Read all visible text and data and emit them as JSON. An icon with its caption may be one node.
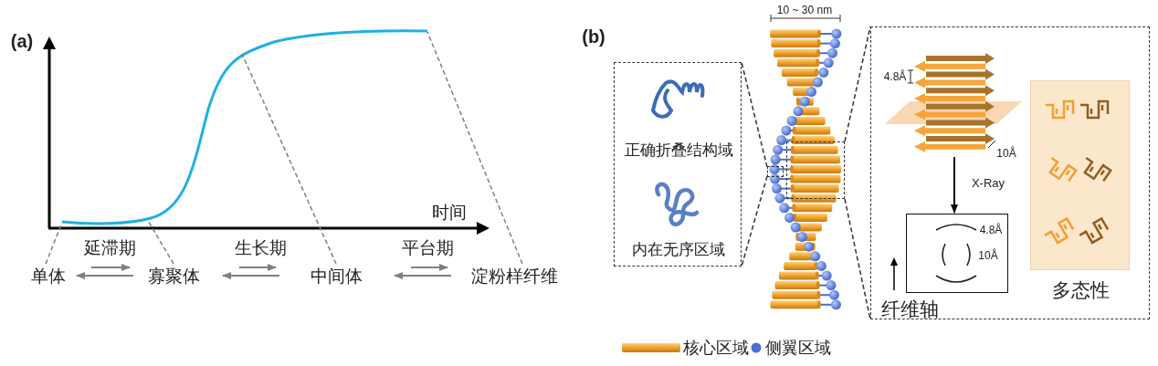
{
  "diagram": {
    "nodes": [
      {
        "text": [
          "单体"
        ]
      },
      {
        "text": [
          "寡聚体"
        ]
      },
      {
        "text": [
          "中间体"
        ]
      },
      {
        "text": [
          "淀粉样纤维"
        ]
      },
      {
        "text": [
          "正确折叠结构域",
          "内在无序区域"
        ]
      },
      {
        "text": [],
        "shape": "box"
      },
      {
        "text": [],
        "shape": "box"
      },
      {
        "text": [],
        "shape": "box"
      },
      {
        "text": [],
        "shape": "picture",
        "in": 7
      },
      {
        "text": [
          "4.8Å",
          "10Å"
        ],
        "in": 7
      },
      {
        "text": [],
        "shape": "box",
        "in": 7,
        "beside": [
          "多态性"
        ]
      }
    ],
    "edges": [
      {
        "from": 0,
        "to": 1,
        "arrow": "to"
      },
      {
        "from": 1,
        "to": 0,
        "arrow": "to"
      },
      {
        "from": 1,
        "to": 2,
        "arrow": "to"
      },
      {
        "from": 2,
        "to": 1,
        "arrow": "to"
      },
      {
        "from": 2,
        "to": 3,
        "arrow": "to"
      },
      {
        "from": 3,
        "to": 2,
        "arrow": "to"
      },
      {
        "from": 0,
        "to": null,
        "arrow": "none",
        "style": "dashed"
      },
      {
        "from": 1,
        "to": null,
        "arrow": "none",
        "style": "dashed"
      },
      {
        "from": 2,
        "to": null,
        "arrow": "none",
        "style": "dashed"
      },
      {
        "from": 3,
        "to": null,
        "arrow": "none",
        "style": "dashed"
      },
      {
        "from": 5,
        "to": 4,
        "arrow": "none",
        "style": "dashed",
        "color": "#333333"
      },
      {
        "from": 5,
        "to": 4,
        "arrow": "none",
        "style": "dashed",
        "color": "#333333"
      },
      {
        "from": 6,
        "to": 7,
        "arrow": "none",
        "style": "dashed",
        "color": "#333333"
      },
      {
        "from": 6,
        "to": 7,
        "arrow": "none",
        "style": "dashed",
        "color": "#333333"
      },
      {
        "from": 8,
        "to": 9,
        "arrow": "to",
        "label": "X-Ray",
        "color": "#000000"
      }
    ],
    "labels": [
      "(a)",
      "时间",
      "延滞期",
      "生长期",
      "平台期",
      "(b)",
      "10 ~ 30 nm",
      "4.8Å",
      "10Å",
      "纤维轴"
    ],
    "legend": [
      {
        "text": "核心区域"
      },
      {
        "text": "侧翼区域",
        "color": "#4a6fd6"
      }
    ]
  }
}
